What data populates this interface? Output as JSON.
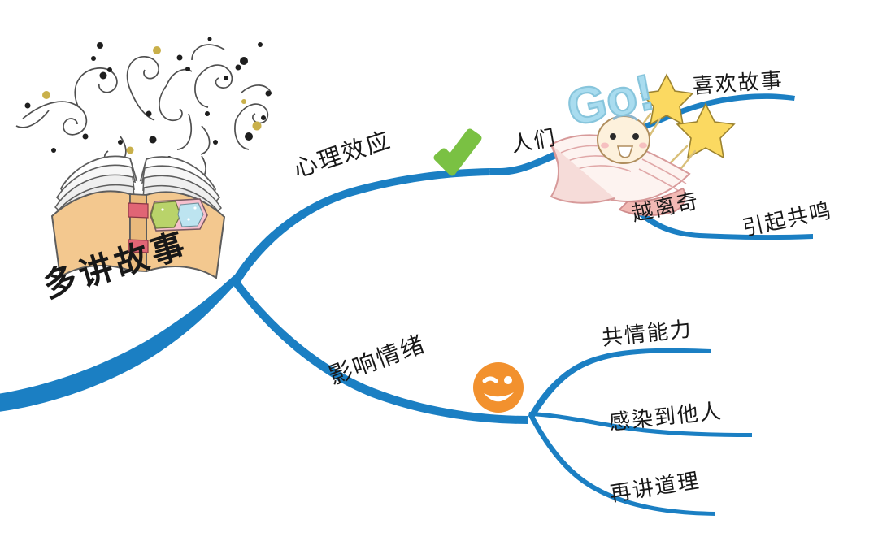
{
  "diagram": {
    "type": "mind-map",
    "title": "多讲故事",
    "background_color": "#ffffff",
    "branch_color": "#1b7fc3",
    "text_color": "#181818"
  },
  "root": {
    "label": "多讲故事",
    "image": "open-book-with-sparkles-illustration"
  },
  "branches": [
    {
      "label": "心理效应",
      "marker": "green-check-mark",
      "marker_color": "#7ac143",
      "children": [
        {
          "label": "人们",
          "image": "go-character-on-book-illustration",
          "children": [
            {
              "label": "喜欢故事"
            },
            {
              "label": "越离奇"
            },
            {
              "label": "引起共鸣"
            }
          ]
        }
      ]
    },
    {
      "label": "影响情绪",
      "marker": "orange-smiley-face",
      "marker_color": "#f2912e",
      "children": [
        {
          "label": "共情能力"
        },
        {
          "label": "感染到他人"
        },
        {
          "label": "再讲道理"
        }
      ]
    }
  ],
  "labels": {
    "root": "多讲故事",
    "psych_effect": "心理效应",
    "people": "人们",
    "like_stories": "喜欢故事",
    "more_bizarre": "越离奇",
    "resonate": "引起共鸣",
    "affect_emotion": "影响情绪",
    "empathy": "共情能力",
    "infect_others": "感染到他人",
    "then_reason": "再讲道理",
    "go_text": "Go!"
  },
  "colors": {
    "branch_blue": "#1b7fc3",
    "branch_blue_dark": "#1670ad",
    "check_green": "#7ac143",
    "smiley_orange": "#f2912e",
    "book_cover": "#f2c78e",
    "book_page": "#f3f1ee",
    "book_band": "#e0636f",
    "go_blue": "#a9dcef",
    "star_yellow": "#fbd961",
    "sparkle_gold": "#c9b24b",
    "swirl_gray": "#4a4a4a"
  }
}
